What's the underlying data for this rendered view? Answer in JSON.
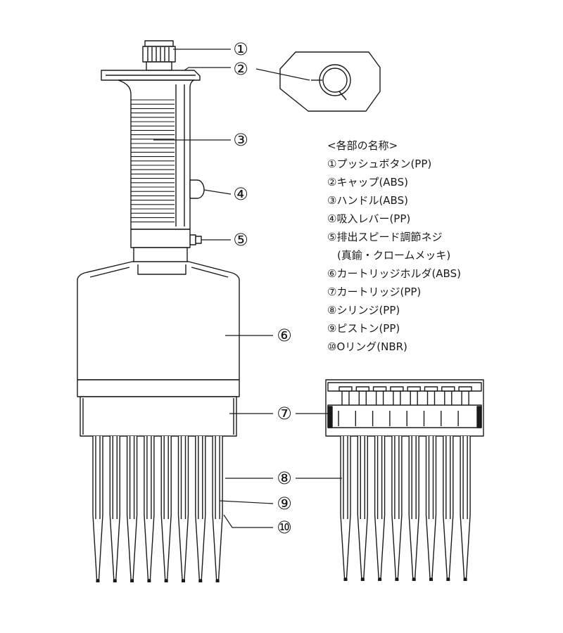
{
  "legend": {
    "title": "<各部の名称>",
    "items": [
      "①プッシュボタン(PP)",
      "②キャップ(ABS)",
      "③ハンドル(ABS)",
      "④吸入レバー(PP)",
      "⑤排出スピード調節ネジ",
      "(真鍮・クロームメッキ)",
      "⑥カートリッジホルダ(ABS)",
      "⑦カートリッジ(PP)",
      "⑧シリンジ(PP)",
      "⑨ピストン(PP)",
      "⑩Oリング(NBR)"
    ]
  },
  "callouts": [
    "①",
    "②",
    "③",
    "④",
    "⑤",
    "⑥",
    "⑦",
    "⑧",
    "⑨",
    "⑩"
  ],
  "channel_count": 8,
  "colors": {
    "line": "#1a1a1a",
    "background": "#ffffff"
  }
}
